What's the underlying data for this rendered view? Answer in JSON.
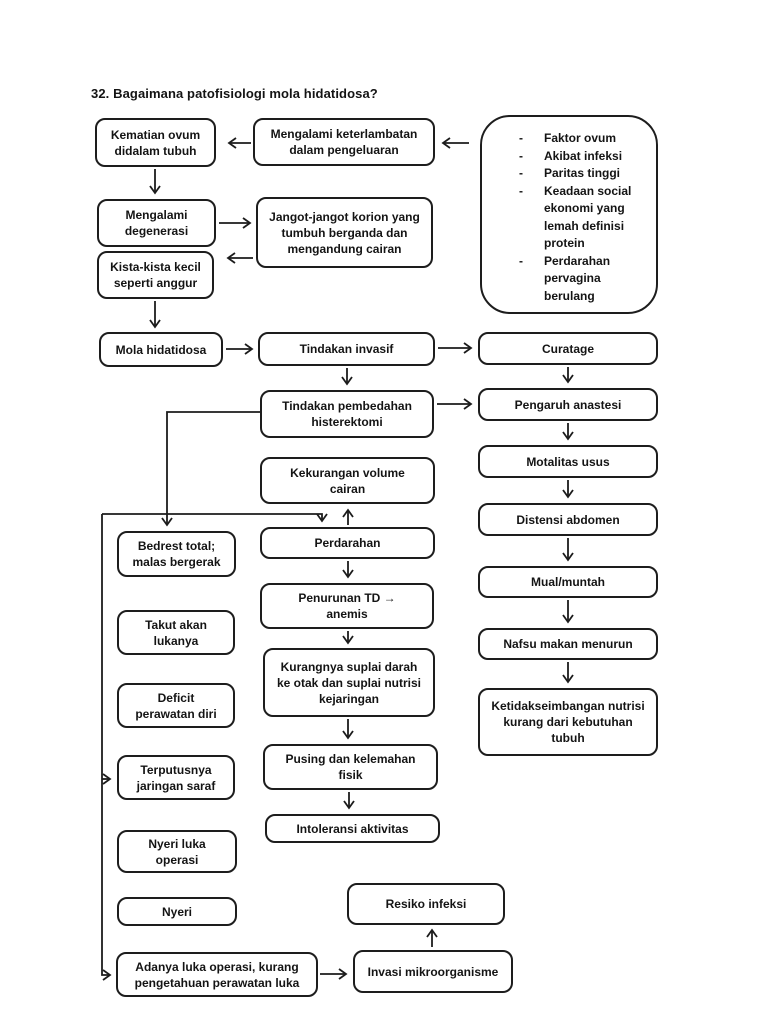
{
  "page": {
    "title": "32. Bagaimana patofisiologi mola hidatidosa?"
  },
  "colors": {
    "background": "#ffffff",
    "box_border": "#1d1d1d",
    "line": "#1c1c1c",
    "text": "#141414"
  },
  "factors": {
    "marker": "-",
    "items": [
      "Faktor ovum",
      "Akibat infeksi",
      "Paritas tinggi",
      "Keadaan social\nekonomi yang\nlemah definisi\nprotein",
      "Perdarahan\npervagina\nberulang"
    ]
  },
  "nodes": {
    "kematian_ovum": {
      "label": "Kematian ovum\ndidalam tubuh"
    },
    "keterlambatan": {
      "label": "Mengalami keterlambatan\ndalam pengeluaran"
    },
    "degenerasi": {
      "label": "Mengalami\ndegenerasi"
    },
    "jangot": {
      "label": "Jangot-jangot korion yang\ntumbuh berganda dan\nmengandung cairan"
    },
    "kista": {
      "label": "Kista-kista kecil\nseperti anggur"
    },
    "mola": {
      "label": "Mola hidatidosa"
    },
    "invasif": {
      "label": "Tindakan invasif"
    },
    "curatage": {
      "label": "Curatage"
    },
    "pembedahan": {
      "label": "Tindakan pembedahan\nhisterektomi"
    },
    "anastesi": {
      "label": "Pengaruh anastesi"
    },
    "kekurangan": {
      "label": "Kekurangan volume\ncairan"
    },
    "motalitas": {
      "label": "Motalitas usus"
    },
    "distensi": {
      "label": "Distensi abdomen"
    },
    "bedrest": {
      "label": "Bedrest total;\nmalas bergerak"
    },
    "perdarahan": {
      "label": "Perdarahan"
    },
    "mual": {
      "label": "Mual/muntah"
    },
    "penurunan": {
      "label": "Penurunan TD  →\nanemis"
    },
    "takut": {
      "label": "Takut akan\nlukanya"
    },
    "nafsu": {
      "label": "Nafsu makan menurun"
    },
    "kurangnya": {
      "label": "Kurangnya suplai darah\nke otak dan suplai nutrisi\nkejaringan"
    },
    "deficit": {
      "label": "Deficit\nperawatan diri"
    },
    "ketidakseimbangan": {
      "label": "Ketidakseimbangan nutrisi\nkurang dari kebutuhan\ntubuh"
    },
    "pusing": {
      "label": "Pusing dan kelemahan\nfisik"
    },
    "terputusnya": {
      "label": "Terputusnya\njaringan saraf"
    },
    "intoleransi": {
      "label": "Intoleransi aktivitas"
    },
    "nyeri_luka": {
      "label": "Nyeri luka\noperasi"
    },
    "resiko": {
      "label": "Resiko infeksi"
    },
    "nyeri": {
      "label": "Nyeri"
    },
    "adanya": {
      "label": "Adanya luka operasi, kurang\npengetahuan perawatan luka"
    },
    "invasi": {
      "label": "Invasi mikroorganisme"
    }
  }
}
